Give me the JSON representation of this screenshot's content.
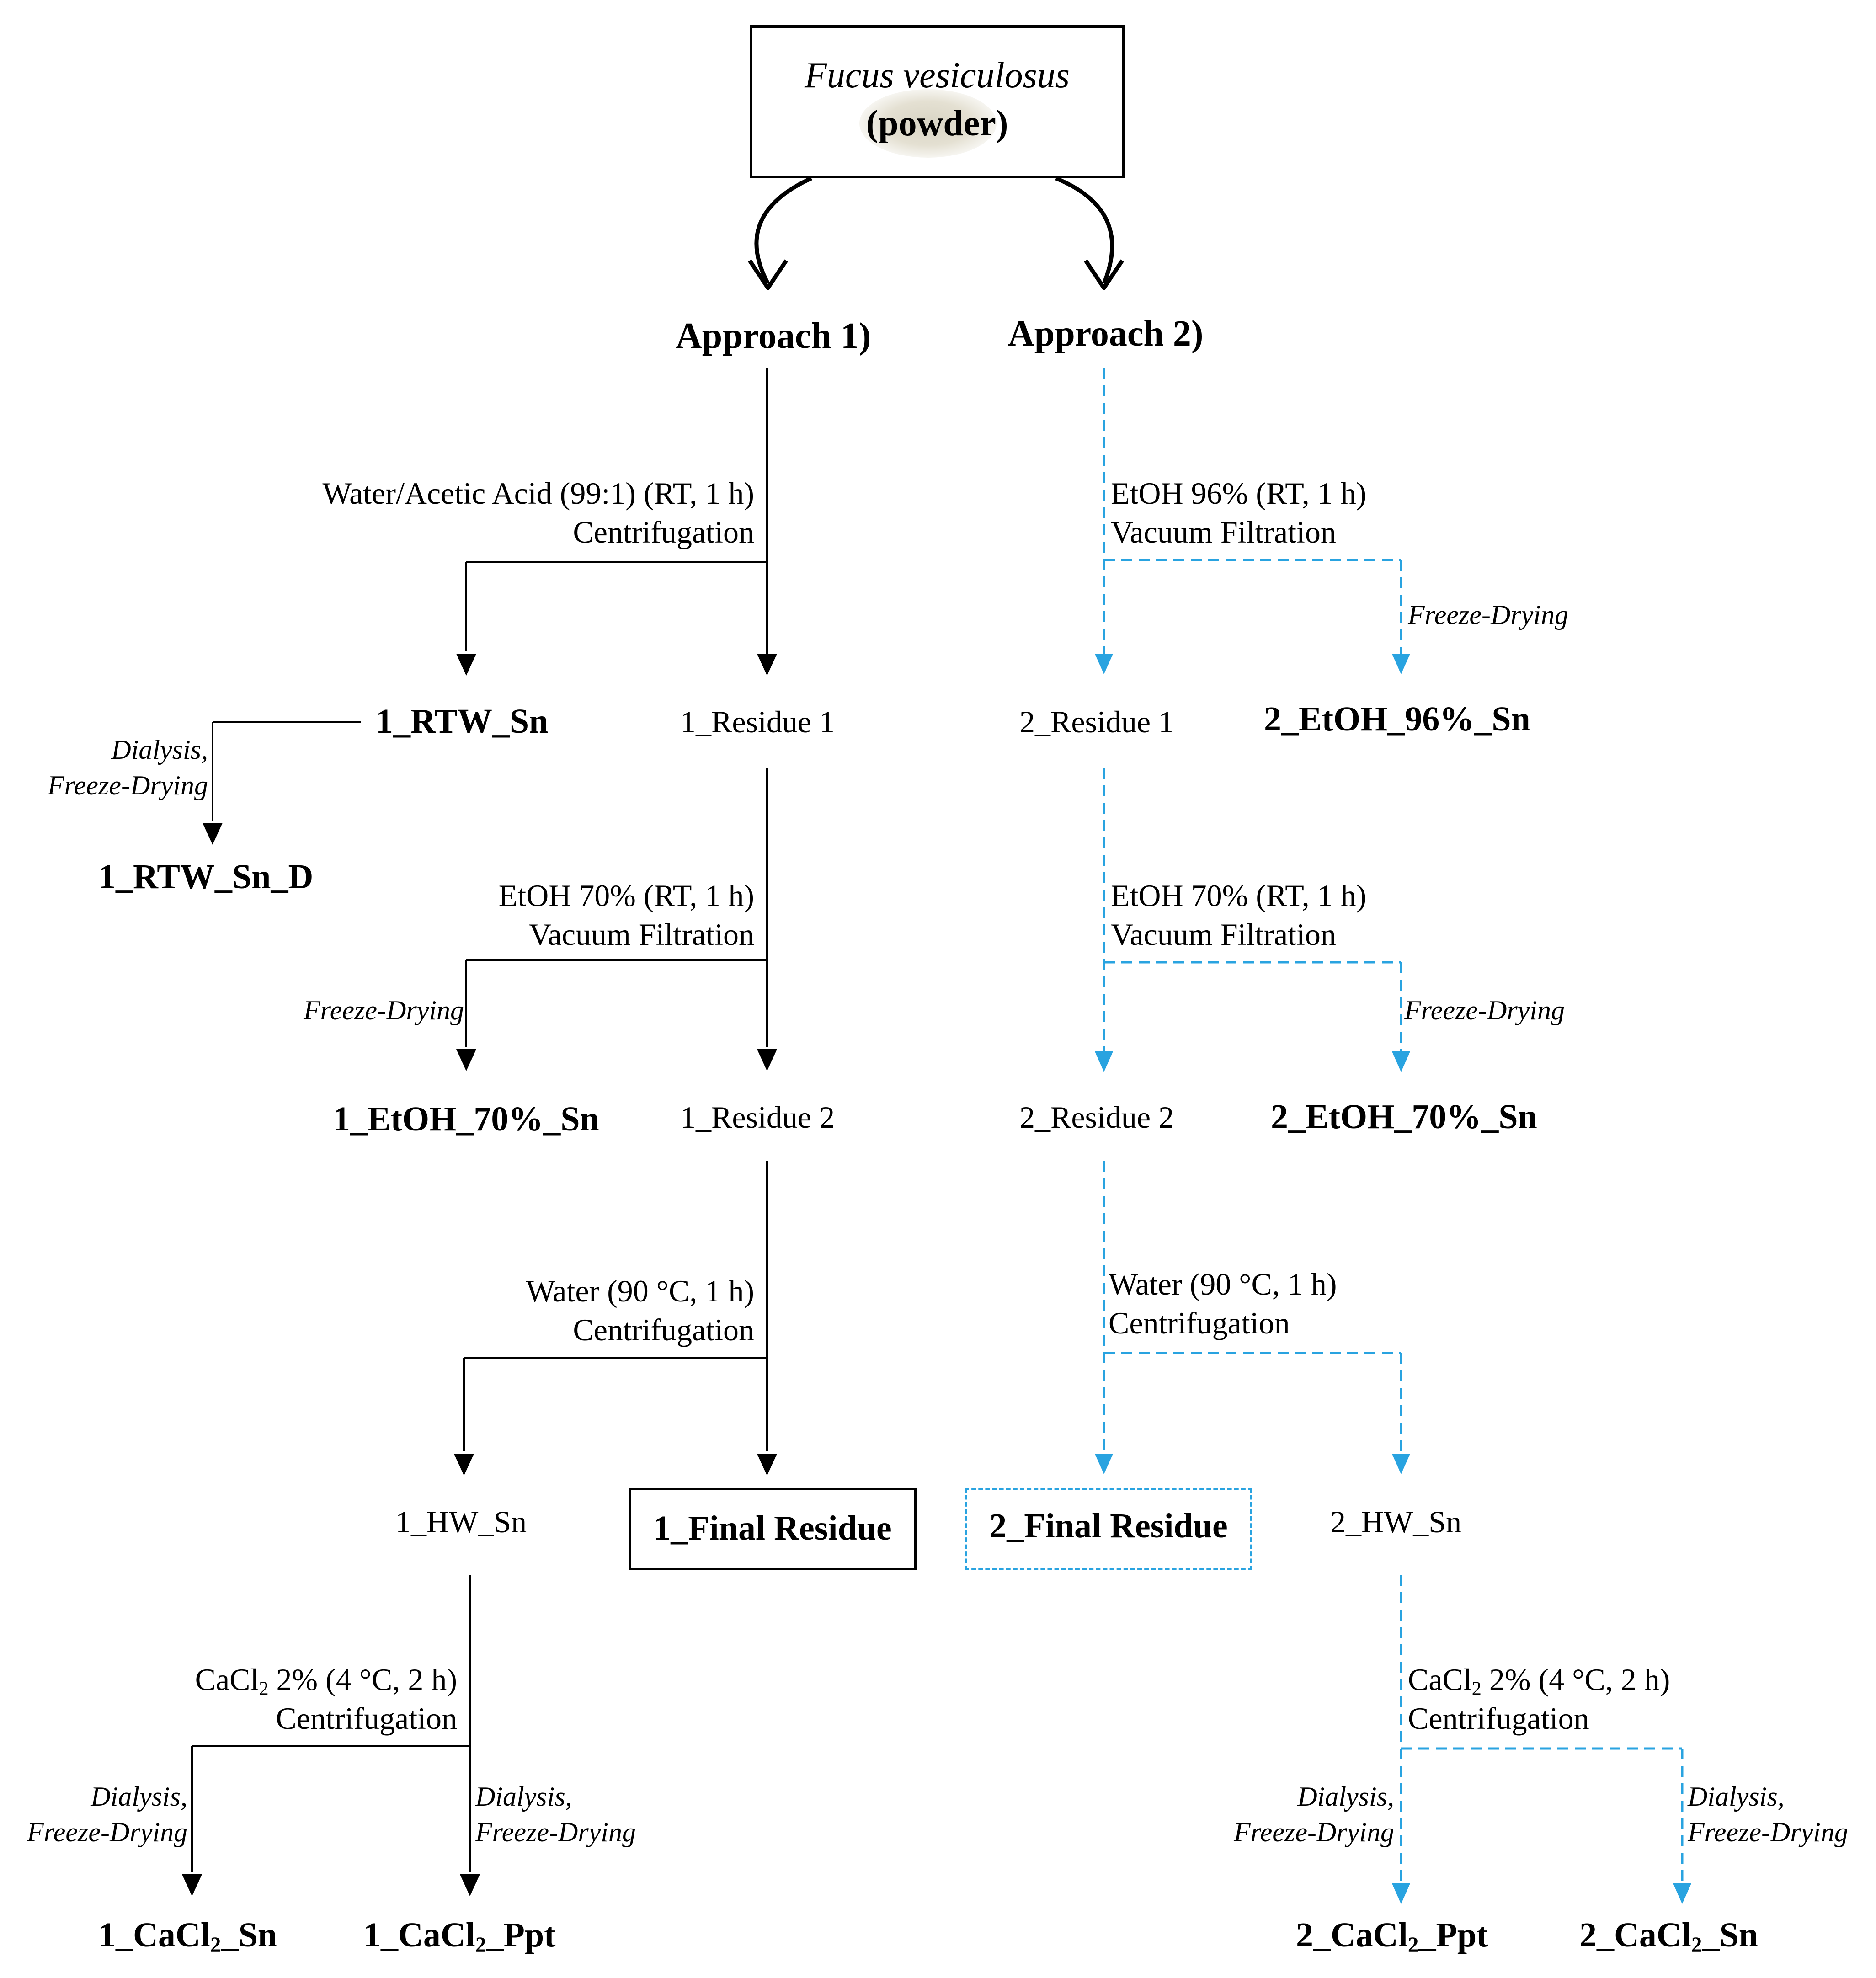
{
  "source": {
    "species": "Fucus vesiculosus",
    "form": "(powder)"
  },
  "approach1": {
    "title": "Approach 1)",
    "step1": {
      "line1": "Water/Acetic Acid (99:1) (RT, 1 h)",
      "line2": "Centrifugation"
    },
    "sn1": "1_RTW_Sn",
    "sn1_treatment": {
      "line1": "Dialysis,",
      "line2": "Freeze-Drying"
    },
    "sn1_product": "1_RTW_Sn_D",
    "residue1": "1_Residue 1",
    "step2": {
      "line1": "EtOH 70% (RT, 1 h)",
      "line2": "Vacuum Filtration"
    },
    "sn2_treatment": "Freeze-Drying",
    "sn2": "1_EtOH_70%_Sn",
    "residue2": "1_Residue 2",
    "step3": {
      "line1": "Water (90 °C, 1 h)",
      "line2": "Centrifugation"
    },
    "hw_sn": "1_HW_Sn",
    "final_residue": "1_Final Residue",
    "step4": {
      "line1_pre": "CaCl",
      "line1_sub": "2",
      "line1_post": " 2% (4 °C, 2 h)",
      "line2": "Centrifugation"
    },
    "left_treatment": {
      "line1": "Dialysis,",
      "line2": "Freeze-Drying"
    },
    "right_treatment": {
      "line1": "Dialysis,",
      "line2": "Freeze-Drying"
    },
    "cacl2_sn": {
      "pre": "1_CaCl",
      "sub": "2",
      "post": "_Sn"
    },
    "cacl2_ppt": {
      "pre": "1_CaCl",
      "sub": "2",
      "post": "_Ppt"
    }
  },
  "approach2": {
    "title": "Approach 2)",
    "step1": {
      "line1": "EtOH 96% (RT, 1 h)",
      "line2": "Vacuum Filtration"
    },
    "sn1_treatment": "Freeze-Drying",
    "residue1": "2_Residue 1",
    "sn1": "2_EtOH_96%_Sn",
    "step2": {
      "line1": "EtOH 70% (RT, 1 h)",
      "line2": "Vacuum Filtration"
    },
    "sn2_treatment": "Freeze-Drying",
    "residue2": "2_Residue 2",
    "sn2": "2_EtOH_70%_Sn",
    "step3": {
      "line1": "Water (90 °C, 1 h)",
      "line2": "Centrifugation"
    },
    "final_residue": "2_Final Residue",
    "hw_sn": "2_HW_Sn",
    "step4": {
      "line1_pre": "CaCl",
      "line1_sub": "2",
      "line1_post": " 2% (4 °C, 2 h)",
      "line2": "Centrifugation"
    },
    "left_treatment": {
      "line1": "Dialysis,",
      "line2": "Freeze-Drying"
    },
    "right_treatment": {
      "line1": "Dialysis,",
      "line2": "Freeze-Drying"
    },
    "cacl2_ppt": {
      "pre": "2_CaCl",
      "sub": "2",
      "post": "_Ppt"
    },
    "cacl2_sn": {
      "pre": "2_CaCl",
      "sub": "2",
      "post": "_Sn"
    }
  },
  "colors": {
    "approach1_line": "#000000",
    "approach2_line": "#29a3e0"
  }
}
